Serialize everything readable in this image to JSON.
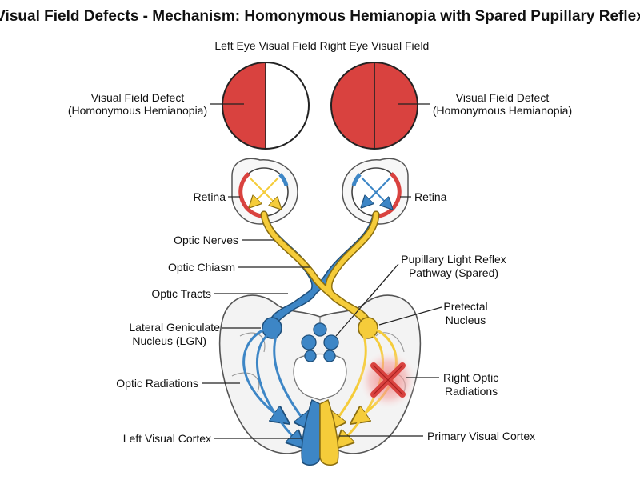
{
  "title": "Visual Field Defects - Mechanism: Homonymous Hemianopia with Spared Pupillary Reflex",
  "colors": {
    "defect_red": "#d9423f",
    "blue_pathway": "#3d86c6",
    "yellow_pathway": "#f5cc3a",
    "lesion_glow": "#f08080",
    "outline": "#333333",
    "brain_fill": "#f3f3f3"
  },
  "fields": {
    "left_eye_label": "Left Eye Visual Field",
    "right_eye_label": "Right Eye Visual Field",
    "left_defect_label": [
      "Visual Field Defect",
      "(Homonymous Hemianopia)"
    ],
    "right_defect_label": [
      "Visual Field Defect",
      "(Homonymous Hemianopia)"
    ]
  },
  "labels": {
    "retina_left": "Retina",
    "retina_right": "Retina",
    "optic_nerves": "Optic Nerves",
    "optic_chiasm": "Optic Chiasm",
    "optic_tracts": "Optic Tracts",
    "lgn": [
      "Lateral Geniculate",
      "Nucleus (LGN)"
    ],
    "optic_radiations": "Optic Radiations",
    "left_visual_cortex": "Left Visual Cortex",
    "pupillary_reflex": [
      "Pupillary Light Reflex",
      "Pathway (Spared)"
    ],
    "pretectal": [
      "Pretectal",
      "Nucleus"
    ],
    "right_optic_radiations": [
      "Right Optic",
      "Radiations"
    ],
    "primary_visual_cortex": "Primary Visual Cortex"
  },
  "icons": {
    "lesion": "red-x-lesion-icon",
    "eye": "eyeball-icon"
  }
}
